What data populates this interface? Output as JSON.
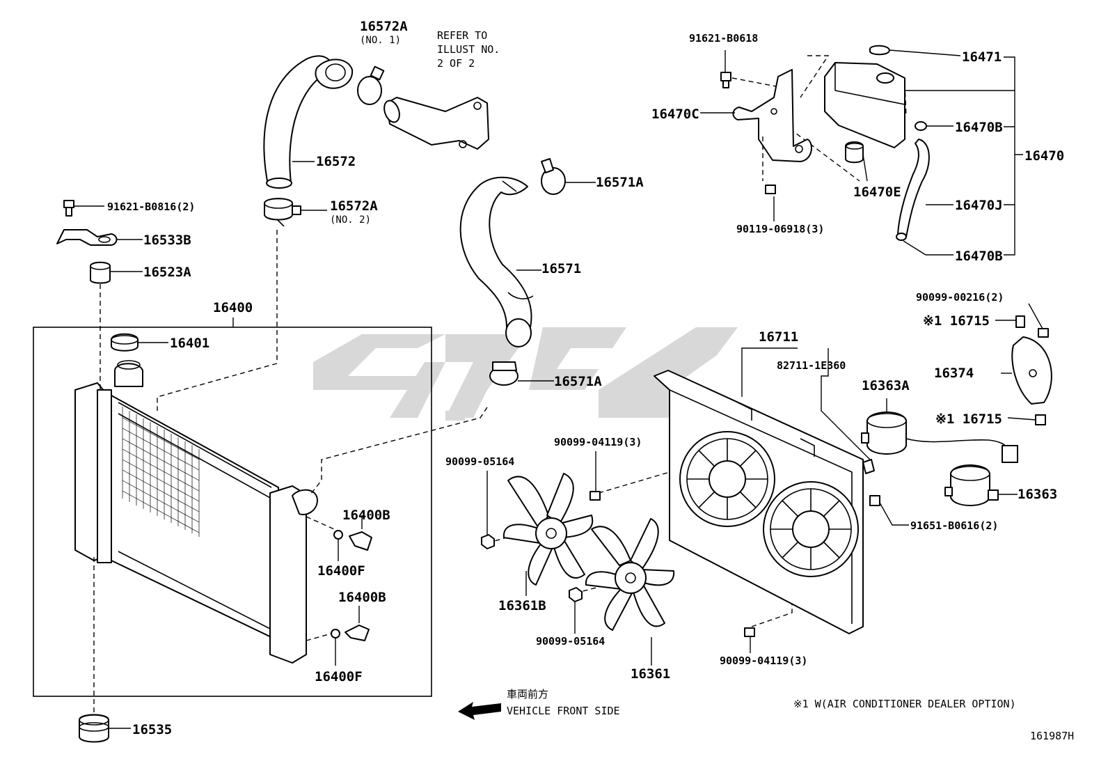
{
  "diagram": {
    "refer_note": [
      "REFER TO",
      "ILLUST NO.",
      "2 OF 2"
    ],
    "footnote": "※1 W(AIR CONDITIONER DEALER OPTION)",
    "drawing_number": "161987H",
    "vehicle_front_jp": "車両前方",
    "vehicle_front_en": "VEHICLE FRONT SIDE",
    "labels": {
      "p16572A_top": "16572A",
      "p16572A_top_sub": "(NO. 1)",
      "p16572": "16572",
      "p16572A_bottom": "16572A",
      "p16572A_bottom_sub": "(NO. 2)",
      "p91621_B0816": "91621-B0816(2)",
      "p16533B": "16533B",
      "p16523A": "16523A",
      "p16400": "16400",
      "p16401": "16401",
      "p16400B_a": "16400B",
      "p16400F_a": "16400F",
      "p16400B_b": "16400B",
      "p16400F_b": "16400F",
      "p16535": "16535",
      "p16571A_top": "16571A",
      "p16571": "16571",
      "p16571A_bottom": "16571A",
      "p91621_B0618": "91621-B0618",
      "p16470C": "16470C",
      "p90119_06918": "90119-06918(3)",
      "p16470E": "16470E",
      "p16471": "16471",
      "p16470B_a": "16470B",
      "p16470": "16470",
      "p16470J": "16470J",
      "p16470B_b": "16470B",
      "p90099_00216": "90099-00216(2)",
      "p16715_a": "※1 16715",
      "p16374": "16374",
      "p16715_b": "※1 16715",
      "p16711": "16711",
      "p82711_1E360": "82711-1E360",
      "p16363A": "16363A",
      "p16363": "16363",
      "p91651_B0616": "91651-B0616(2)",
      "p90099_04119_a": "90099-04119(3)",
      "p90099_05164_a": "90099-05164",
      "p16361B": "16361B",
      "p90099_05164_b": "90099-05164",
      "p16361": "16361",
      "p90099_04119_b": "90099-04119(3)"
    }
  }
}
